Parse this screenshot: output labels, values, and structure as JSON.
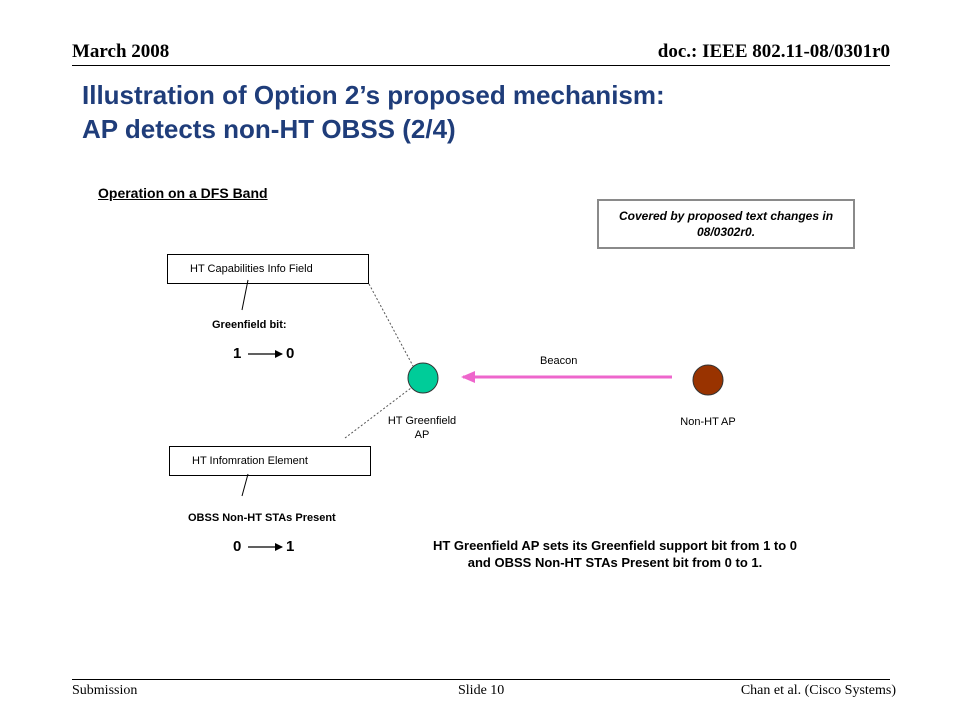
{
  "header": {
    "date": "March 2008",
    "doc_id": "doc.: IEEE 802.11-08/0301r0"
  },
  "slide": {
    "title_line1": "Illustration of Option 2’s proposed mechanism:",
    "title_line2": "AP detects non-HT OBSS (2/4)",
    "subheading": "Operation on a DFS Band",
    "note": "Covered by proposed text changes in 08/0302r0.",
    "capabilities_box": "HT Capabilities Info Field",
    "greenfield_label": "Greenfield bit:",
    "greenfield_from": "1",
    "greenfield_to": "0",
    "info_box": "HT Infomration Element",
    "obss_label": "OBSS Non-HT  STAs Present",
    "obss_from": "0",
    "obss_to": "1",
    "beacon_label": "Beacon",
    "ht_ap_line1": "HT Greenfield",
    "ht_ap_line2": "AP",
    "nonht_ap_label": "Non-HT  AP",
    "description": "HT Greenfield AP sets its Greenfield support bit from 1 to 0 and OBSS Non-HT STAs Present bit from 0 to 1."
  },
  "colors": {
    "title": "#1f3d7a",
    "ht_ap_fill": "#00cc99",
    "nonht_ap_fill": "#993300",
    "beacon_arrow": "#ee66cc"
  },
  "footer": {
    "left": "Submission",
    "center": "Slide 10",
    "right": "Chan et al. (Cisco Systems)"
  }
}
